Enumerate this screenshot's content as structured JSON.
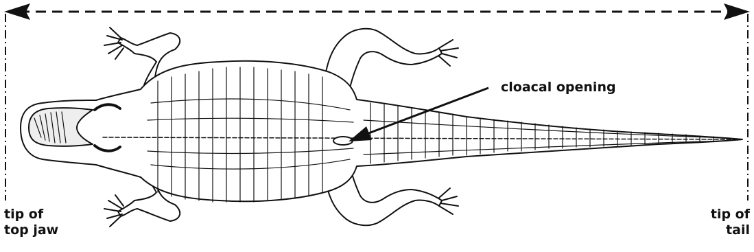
{
  "diagram": {
    "labels": {
      "cloacal_opening": "cloacal opening",
      "jaw_line1": "tip of",
      "jaw_line2": "top jaw",
      "tail_line1": "tip of",
      "tail_line2": "tail"
    },
    "colors": {
      "ink": "#111111",
      "fill": "#ffffff"
    },
    "icons": {
      "left_end": "arrowhead-left",
      "right_end": "arrowhead-right",
      "subject": "alligator-ventral-illustration"
    }
  }
}
